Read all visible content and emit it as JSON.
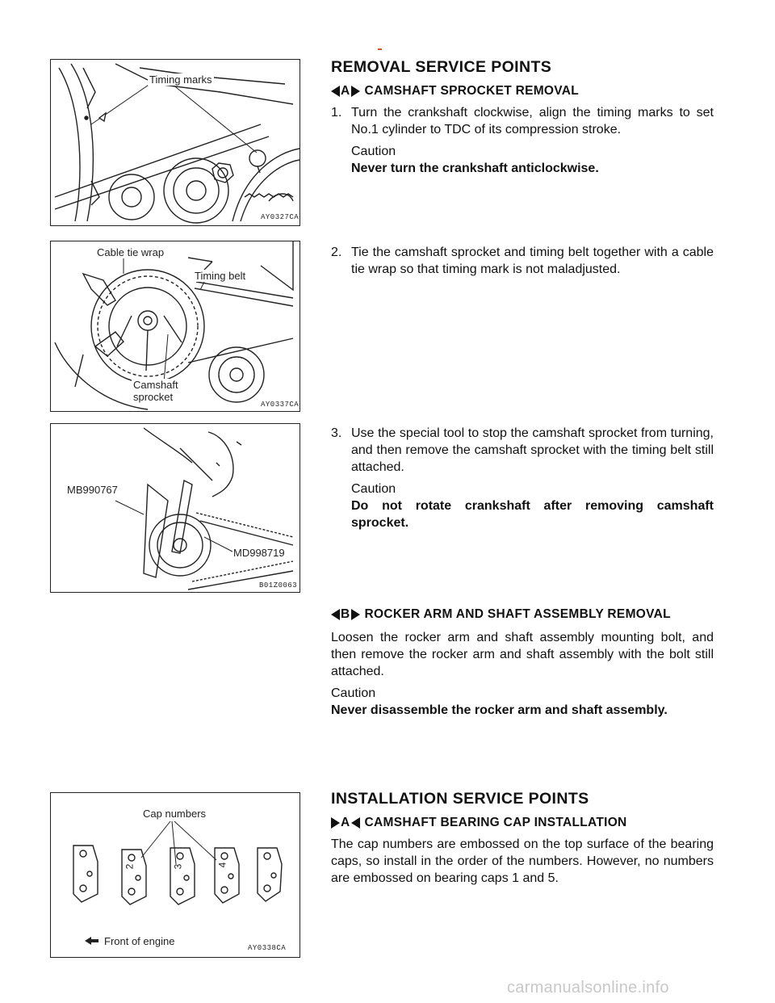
{
  "figures": {
    "fig1": {
      "labels": [
        "Timing marks"
      ],
      "code": "AY0327CA"
    },
    "fig2": {
      "labels": [
        "Cable tie wrap",
        "Timing belt",
        "Camshaft sprocket"
      ],
      "code": "AY0337CA"
    },
    "fig3": {
      "labels": [
        "MB990767",
        "MD998719"
      ],
      "code": "B01Z0063"
    },
    "fig4": {
      "labels": [
        "Cap numbers",
        "Front of engine"
      ],
      "code": "AY0338CA",
      "cap_digits": [
        "2",
        "3",
        "4"
      ]
    }
  },
  "removal": {
    "heading": "REMOVAL SERVICE POINTS",
    "a": {
      "marker": "A",
      "title": "CAMSHAFT SPROCKET REMOVAL",
      "steps": [
        {
          "num": "1.",
          "text": "Turn the crankshaft clockwise, align the timing marks to set No.1 cylinder to TDC of its compression stroke.",
          "caution_label": "Caution",
          "caution_text": "Never turn the crankshaft anticlockwise."
        },
        {
          "num": "2.",
          "text": "Tie the camshaft sprocket and timing belt together with a cable tie wrap so that timing mark is not maladjusted."
        },
        {
          "num": "3.",
          "text": "Use the special tool to stop the camshaft sprocket from turning, and then remove the camshaft sprocket with the timing belt still attached.",
          "caution_label": "Caution",
          "caution_text": "Do not rotate crankshaft after removing camshaft sprocket."
        }
      ]
    },
    "b": {
      "marker": "B",
      "title": "ROCKER ARM AND SHAFT ASSEMBLY REMOVAL",
      "text": "Loosen the rocker arm and shaft assembly mounting bolt, and then remove the rocker arm and shaft assembly with the bolt still attached.",
      "caution_label": "Caution",
      "caution_text": "Never disassemble the rocker arm and shaft assembly."
    }
  },
  "installation": {
    "heading": "INSTALLATION SERVICE POINTS",
    "a": {
      "marker": "A",
      "title": "CAMSHAFT BEARING CAP INSTALLATION",
      "text": "The cap numbers are embossed on the top surface of the bearing caps, so install in the order of the numbers. However, no numbers are embossed on bearing caps 1 and 5."
    }
  },
  "watermark": "carmanualsonline.info"
}
